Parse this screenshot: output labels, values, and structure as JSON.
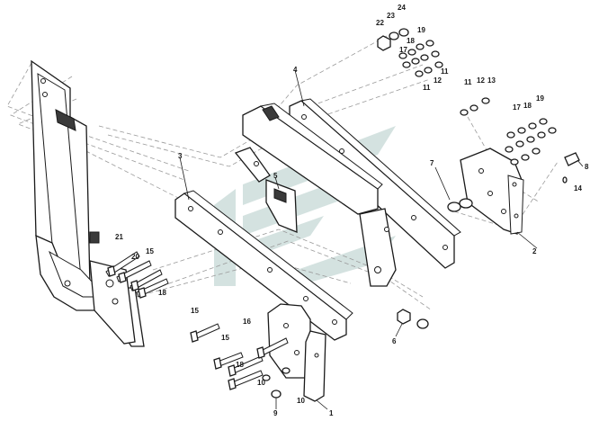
{
  "callouts": {
    "c1": "1",
    "c2": "2",
    "c3": "3",
    "c4": "4",
    "c5": "5",
    "c6": "6",
    "c7": "7",
    "c8": "8",
    "c9": "9",
    "c10a": "10",
    "c10b": "10",
    "c11a": "11",
    "c11b": "11",
    "c11c": "11",
    "c12a": "12",
    "c12b": "12",
    "c13": "13",
    "c14": "14",
    "c15a": "15",
    "c15b": "15",
    "c15c": "15",
    "c16": "16",
    "c17a": "17",
    "c17b": "17",
    "c18a": "18",
    "c18b": "18",
    "c18c": "18",
    "c18d": "18",
    "c19a": "19",
    "c19b": "19",
    "c20": "20",
    "c21": "21",
    "c22": "22",
    "c23": "23",
    "c24": "24"
  },
  "colors": {
    "line": "#1a1a1a",
    "watermark": "#7aa6a0",
    "dashed": "#9a9a9a"
  },
  "watermark_icon": "company-logo-watermark"
}
